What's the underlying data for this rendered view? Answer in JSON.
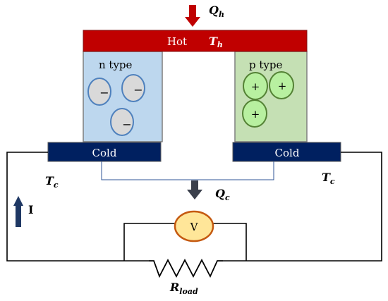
{
  "hot_bar": {
    "label": "Hot",
    "temp_label": "T",
    "temp_sub": "h",
    "color": "#c00000"
  },
  "heat_in": {
    "label": "Q",
    "sub": "h",
    "arrow_color": "#c00000"
  },
  "n_type": {
    "label": "n type",
    "fill": "#bdd7ee",
    "carriers": [
      "−",
      "−",
      "−"
    ]
  },
  "p_type": {
    "label": "p type",
    "fill": "#c5e0b4",
    "carriers": [
      "+",
      "+",
      "+"
    ]
  },
  "cold_left": {
    "label": "Cold",
    "color": "#002060"
  },
  "cold_right": {
    "label": "Cold",
    "color": "#002060"
  },
  "tc_left": {
    "label": "T",
    "sub": "c"
  },
  "tc_right": {
    "label": "T",
    "sub": "c"
  },
  "heat_out": {
    "label": "Q",
    "sub": "c",
    "arrow_color": "#3a3f4b"
  },
  "current": {
    "label": "I",
    "arrow_color": "#1f3864"
  },
  "voltmeter": {
    "label": "V",
    "fill": "#ffe699",
    "stroke": "#c55a11"
  },
  "load": {
    "label": "R",
    "sub": "load"
  }
}
